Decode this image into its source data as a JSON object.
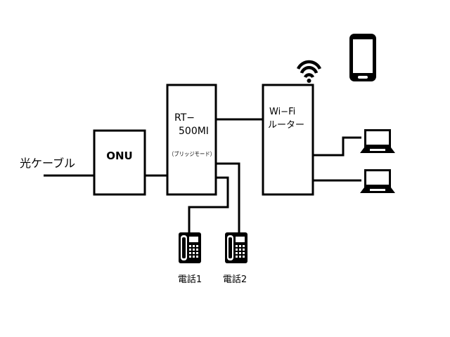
{
  "diagram": {
    "input_label": "光ケーブル",
    "onu": {
      "label": "ONU"
    },
    "router": {
      "label_line1": "RT−",
      "label_line2": "500MI",
      "mode": "（ブリッジモード）"
    },
    "wifi_router": {
      "label_line1": "Wi−Fi",
      "label_line2": "ルーター"
    },
    "phones": [
      {
        "label": "電話1"
      },
      {
        "label": "電話2"
      }
    ],
    "icons": {
      "wifi": "wifi-signal-icon",
      "smartphone": "smartphone-icon",
      "laptop": "laptop-icon",
      "phone": "desk-phone-icon"
    }
  }
}
